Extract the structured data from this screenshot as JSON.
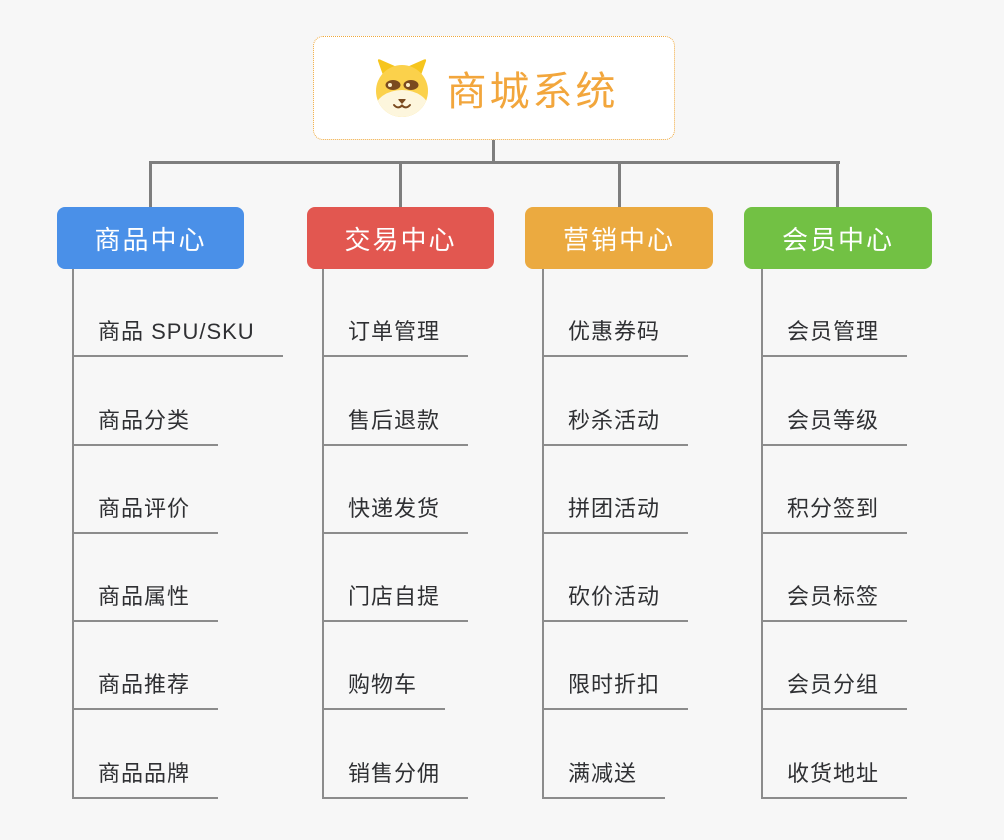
{
  "page": {
    "background_color": "#f7f7f7",
    "connector_color": "#7e7e7e",
    "leaf_line_color": "#8c8c8c"
  },
  "root": {
    "title": "商城系统",
    "icon": "dog-face-icon",
    "text_color": "#f2a63c",
    "border_color": "#efa93d"
  },
  "branches": [
    {
      "label": "商品中心",
      "color": "#4a90e8",
      "children": [
        "商品 SPU/SKU",
        "商品分类",
        "商品评价",
        "商品属性",
        "商品推荐",
        "商品品牌"
      ]
    },
    {
      "label": "交易中心",
      "color": "#e25750",
      "children": [
        "订单管理",
        "售后退款",
        "快递发货",
        "门店自提",
        "购物车",
        "销售分佣"
      ]
    },
    {
      "label": "营销中心",
      "color": "#ebaa40",
      "children": [
        "优惠券码",
        "秒杀活动",
        "拼团活动",
        "砍价活动",
        "限时折扣",
        "满减送"
      ]
    },
    {
      "label": "会员中心",
      "color": "#72c144",
      "children": [
        "会员管理",
        "会员等级",
        "积分签到",
        "会员标签",
        "会员分组",
        "收货地址"
      ]
    }
  ]
}
